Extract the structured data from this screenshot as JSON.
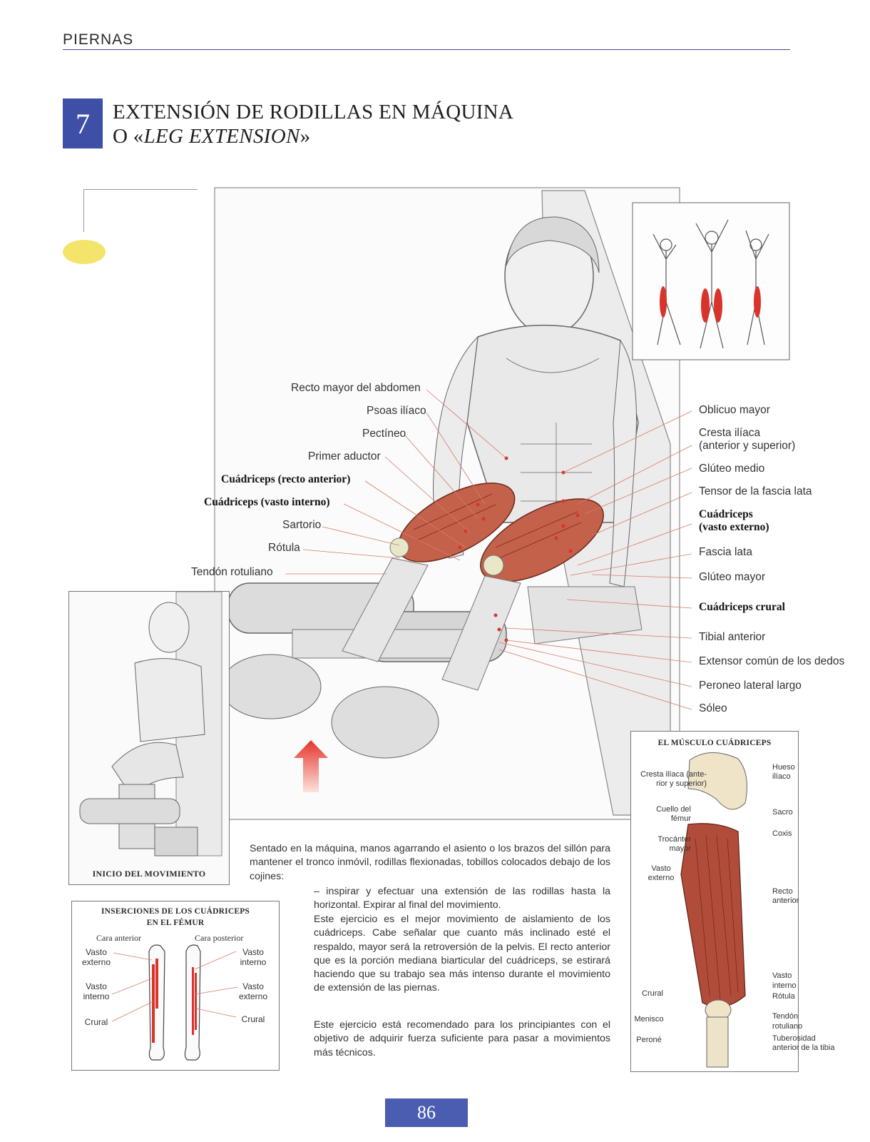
{
  "header": {
    "section": "PIERNAS"
  },
  "exercise": {
    "number": "7",
    "title_line1": "EXTENSIÓN DE RODILLAS EN MÁQUINA",
    "title_line2_prefix": "O «",
    "title_line2_italic": "LEG EXTENSION",
    "title_line2_suffix": "»"
  },
  "main_figure": {
    "labels_left": [
      {
        "text": "Recto mayor del abdomen",
        "bold": false
      },
      {
        "text": "Psoas ilíaco",
        "bold": false
      },
      {
        "text": "Pectíneo",
        "bold": false
      },
      {
        "text": "Primer aductor",
        "bold": false
      },
      {
        "text": "Cuádriceps (recto anterior)",
        "bold": true
      },
      {
        "text": "Cuádriceps (vasto interno)",
        "bold": true
      },
      {
        "text": "Sartorio",
        "bold": false
      },
      {
        "text": "Rótula",
        "bold": false
      },
      {
        "text": "Tendón rotuliano",
        "bold": false
      }
    ],
    "labels_right": [
      {
        "text": "Oblicuo mayor",
        "bold": false
      },
      {
        "text": "Cresta ilíaca",
        "bold": false
      },
      {
        "text": "(anterior y superior)",
        "bold": false
      },
      {
        "text": "Glúteo medio",
        "bold": false
      },
      {
        "text": "Tensor de la fascia lata",
        "bold": false
      },
      {
        "text": "Cuádriceps",
        "bold": true
      },
      {
        "text": "(vasto externo)",
        "bold": true
      },
      {
        "text": "Fascia lata",
        "bold": false
      },
      {
        "text": "Glúteo mayor",
        "bold": false
      },
      {
        "text": "Cuádriceps crural",
        "bold": true
      },
      {
        "text": "Tibial anterior",
        "bold": false
      },
      {
        "text": "Extensor común de los dedos",
        "bold": false
      },
      {
        "text": "Peroneo lateral largo",
        "bold": false
      },
      {
        "text": "Sóleo",
        "bold": false
      }
    ]
  },
  "start_figure": {
    "caption": "INICIO DEL MOVIMIENTO"
  },
  "insertions": {
    "title_line1": "INSERCIONES DE LOS CUÁDRICEPS",
    "title_line2": "EN EL FÉMUR",
    "col_anterior": "Cara anterior",
    "col_posterior": "Cara posterior",
    "anterior_labels": [
      "Vasto externo",
      "Vasto interno",
      "Crural"
    ],
    "posterior_labels": [
      "Vasto interno",
      "Vasto externo",
      "Crural"
    ]
  },
  "quad_muscle": {
    "title": "EL MÚSCULO CUÁDRICEPS",
    "left_labels": [
      "Cresta ilíaca (ante-",
      "rior y superior)",
      "Cuello del",
      "fémur",
      "Trocánter",
      "mayor",
      "Vasto",
      "externo",
      "Crural",
      "Menisco",
      "Peroné"
    ],
    "right_labels": [
      "Hueso",
      "ilíaco",
      "Sacro",
      "Coxis",
      "Recto",
      "anterior",
      "Vasto interno",
      "Rótula",
      "Tendón rotuliano",
      "Tuberosidad",
      "anterior de la tibia"
    ]
  },
  "body": {
    "p1": "Sentado en la máquina, manos agarrando el asiento o los brazos del sillón para mantener el tronco inmóvil, rodillas flexionadas, tobillos colocados debajo de los cojines:",
    "p2": "– inspirar y efectuar una extensión de las rodillas hasta la horizontal. Expirar al final del movimiento.",
    "p3": "Este ejercicio es el mejor movimiento de aislamiento de los cuádriceps. Cabe señalar que cuanto más inclinado esté el respaldo, mayor será la retroversión de la pelvis. El recto anterior que es la porción mediana biarticular del cuádriceps, se estirará haciendo que su trabajo sea más intenso durante el movimiento de extensión de las piernas.",
    "p4": "Este ejercicio está recomendado para los principiantes con el objetivo de adquirir fuerza suficiente para pasar a movimientos más técnicos."
  },
  "footer": {
    "page_number": "86"
  },
  "colors": {
    "accent_blue": "#3d4fa7",
    "muscle_red": "#d9342b",
    "yellow": "#f4e46c"
  }
}
